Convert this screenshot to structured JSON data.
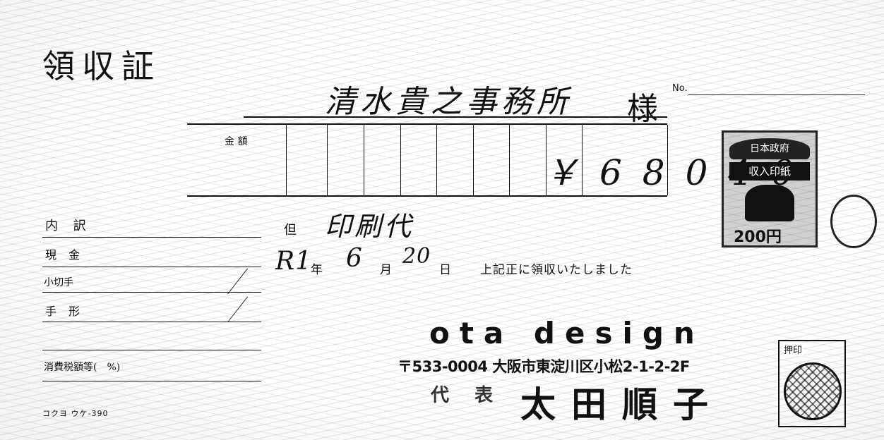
{
  "document_title": "領収証",
  "number_label": "No.",
  "addressee": "清水貴之事務所",
  "honorific": "様",
  "amount": {
    "label": "金 額",
    "value": "￥68040"
  },
  "revenue_stamp": {
    "issuer": "日本政府",
    "title": "収入印紙",
    "value": "200円"
  },
  "breakdown": {
    "title": "内 訳",
    "cash": "現 金",
    "check": "小切手",
    "bill": "手 形",
    "tax": "消費税額等(　%)"
  },
  "purpose": {
    "prefix": "但",
    "text": "印刷代"
  },
  "date": {
    "era": "R1",
    "year_unit": "年",
    "month": "6",
    "month_unit": "月",
    "day": "20",
    "day_unit": "日",
    "statement": "上記正に領収いたしました"
  },
  "issuer": {
    "company": "ota design",
    "address": "〒533-0004 大阪市東淀川区小松2-1-2-2F",
    "rep_title": "代表",
    "rep_name": "太田順子"
  },
  "seal_label": "押印",
  "product_code": "コクヨ ウケ-390"
}
